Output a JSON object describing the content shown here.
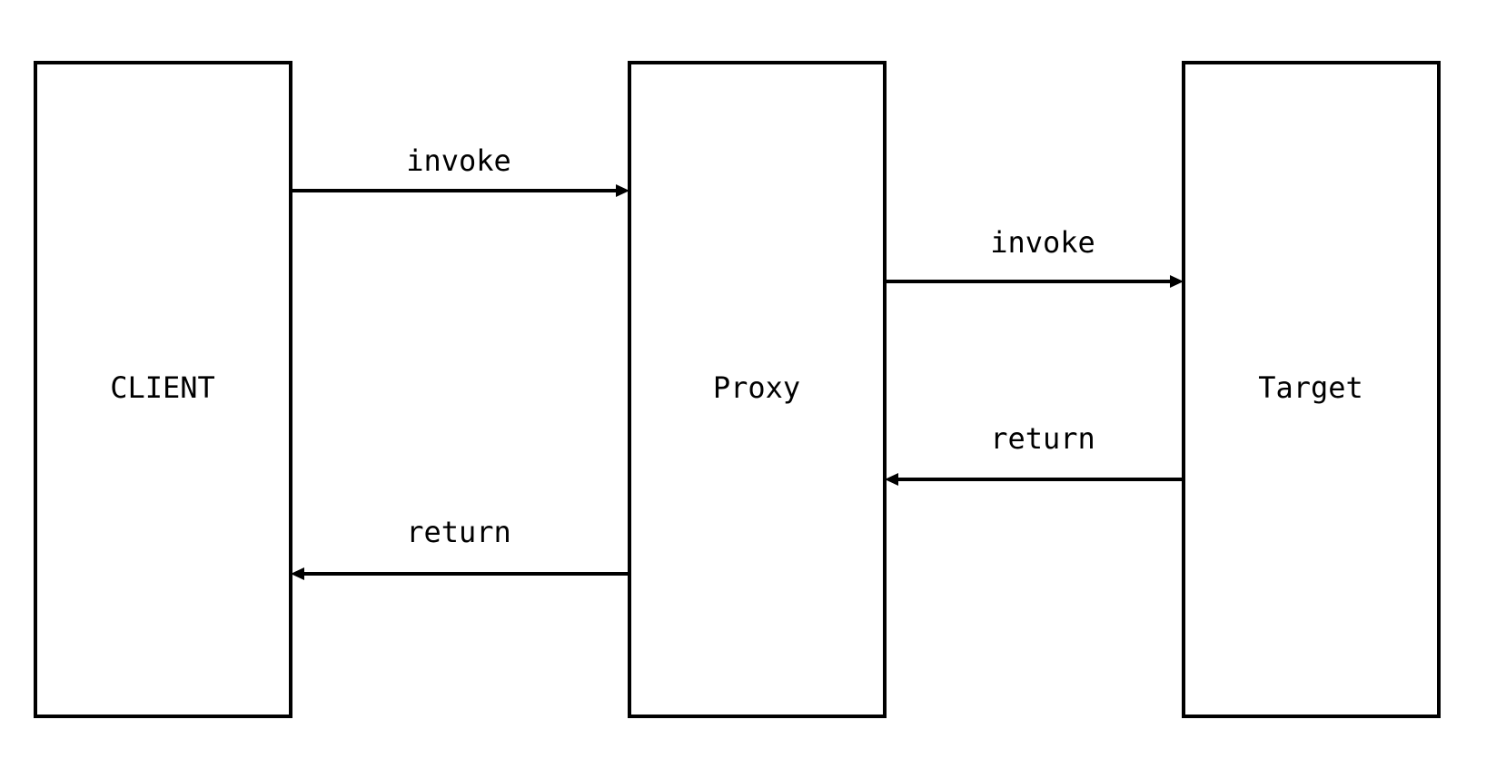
{
  "nodes": {
    "client": "CLIENT",
    "proxy": "Proxy",
    "target": "Target"
  },
  "edges": {
    "client_to_proxy": "invoke",
    "proxy_to_target": "invoke",
    "target_to_proxy": "return",
    "proxy_to_client": "return"
  }
}
